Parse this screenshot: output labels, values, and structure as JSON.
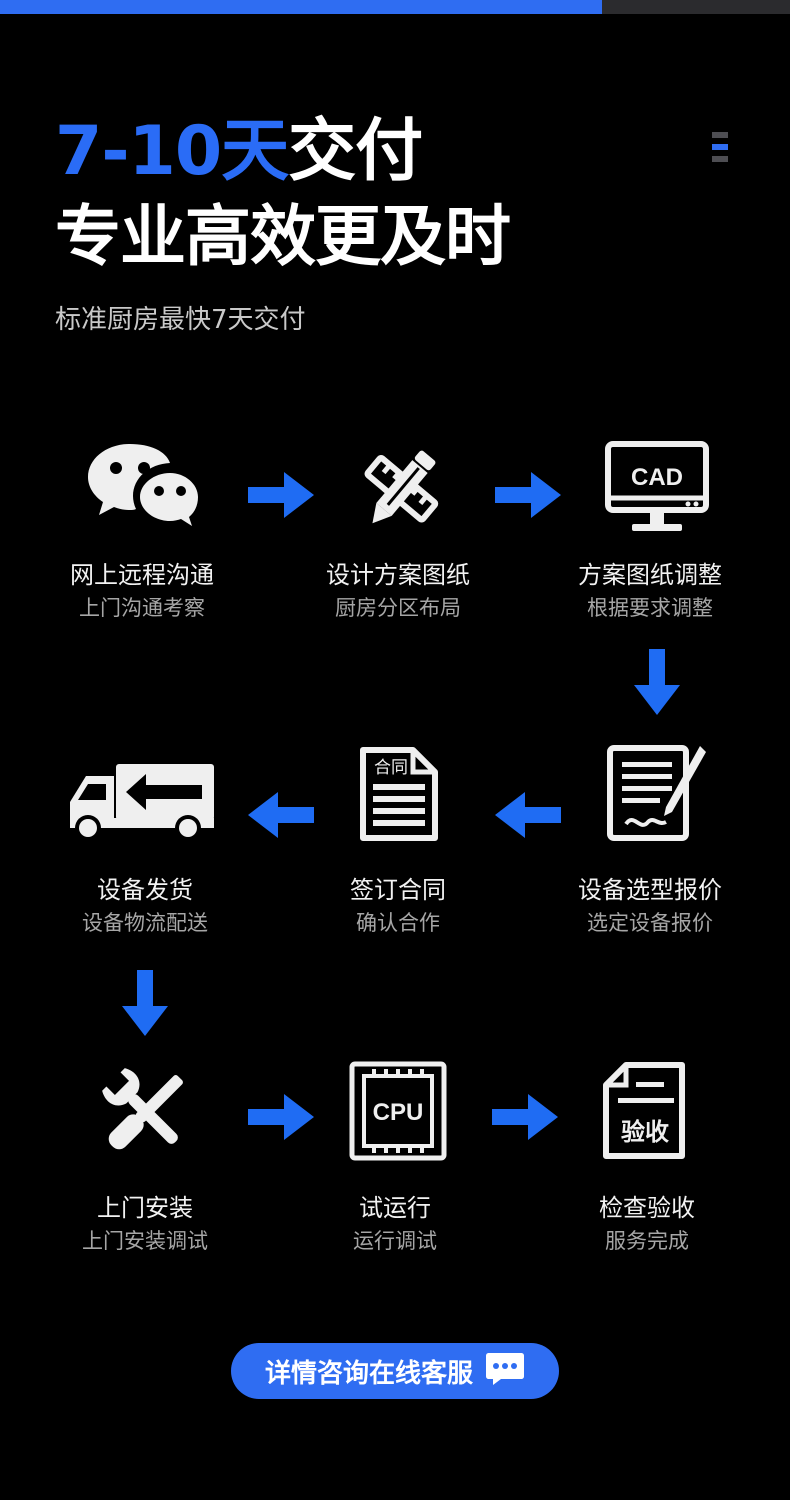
{
  "colors": {
    "accent": "#2f6df2",
    "background": "#000000"
  },
  "header": {
    "title_highlight": "7-10天",
    "title_rest": "交付",
    "title_line2": "专业高效更及时",
    "subtitle": "标准厨房最快7天交付"
  },
  "steps": [
    {
      "title": "网上远程沟通",
      "subtitle": "上门沟通考察",
      "icon": "wechat-icon"
    },
    {
      "title": "设计方案图纸",
      "subtitle": "厨房分区布局",
      "icon": "ruler-pencil-icon"
    },
    {
      "title": "方案图纸调整",
      "subtitle": "根据要求调整",
      "icon": "cad-monitor-icon",
      "icon_text": "CAD"
    },
    {
      "title": "设备选型报价",
      "subtitle": "选定设备报价",
      "icon": "sign-document-icon"
    },
    {
      "title": "签订合同",
      "subtitle": "确认合作",
      "icon": "contract-document-icon",
      "icon_text": "合同"
    },
    {
      "title": "设备发货",
      "subtitle": "设备物流配送",
      "icon": "delivery-truck-icon"
    },
    {
      "title": "上门安装",
      "subtitle": "上门安装调试",
      "icon": "tools-icon"
    },
    {
      "title": "试运行",
      "subtitle": "运行调试",
      "icon": "cpu-chip-icon",
      "icon_text": "CPU"
    },
    {
      "title": "检查验收",
      "subtitle": "服务完成",
      "icon": "acceptance-document-icon",
      "icon_text": "验收"
    }
  ],
  "cta": {
    "label": "详情咨询在线客服",
    "icon": "chat-bubble-icon"
  }
}
